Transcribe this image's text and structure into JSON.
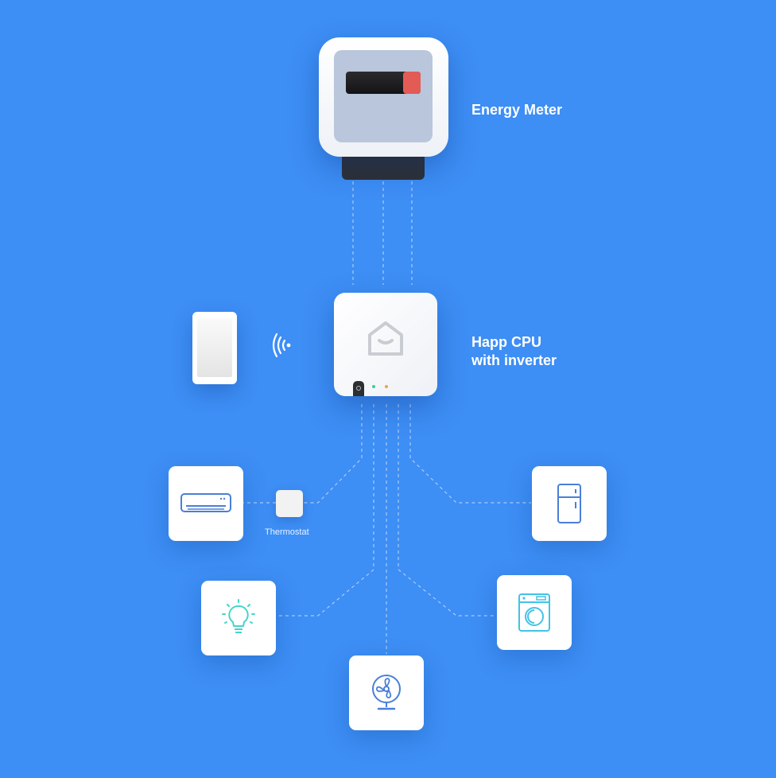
{
  "energy_meter": {
    "label": "Energy Meter",
    "icon": "energy-meter-icon"
  },
  "cpu": {
    "label_line1": "Happ CPU",
    "label_line2": "with inverter",
    "icon": "house-logo-icon",
    "led_colors": [
      "#3fcf8e",
      "#f5a33a"
    ]
  },
  "phone": {
    "icon": "smartphone-icon",
    "signal_icon": "wifi-signal-icon"
  },
  "thermostat": {
    "label": "Thermostat"
  },
  "appliances": [
    {
      "name": "air-conditioner",
      "icon": "air-conditioner-icon",
      "color": "#4a7fd8"
    },
    {
      "name": "fridge",
      "icon": "fridge-icon",
      "color": "#4a7fd8"
    },
    {
      "name": "light-bulb",
      "icon": "light-bulb-icon",
      "color": "#44d6c9"
    },
    {
      "name": "washing-machine",
      "icon": "washing-machine-icon",
      "color": "#42c3e6"
    },
    {
      "name": "fan",
      "icon": "fan-icon",
      "color": "#4a7fd8"
    }
  ],
  "colors": {
    "background": "#3d8ef5",
    "connector": "#a9ccfa"
  }
}
